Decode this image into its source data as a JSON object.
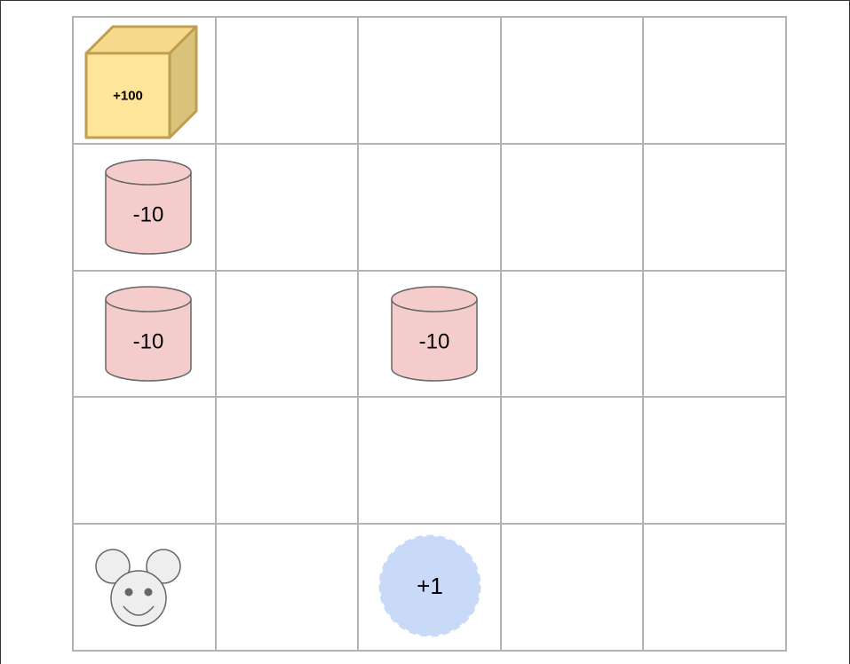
{
  "grid": {
    "rows": 5,
    "cols": 5,
    "items": [
      {
        "row": 0,
        "col": 0,
        "kind": "cube",
        "label": "+100",
        "name": "reward-cube"
      },
      {
        "row": 1,
        "col": 0,
        "kind": "cylinder",
        "label": "-10",
        "name": "penalty-cylinder"
      },
      {
        "row": 2,
        "col": 0,
        "kind": "cylinder",
        "label": "-10",
        "name": "penalty-cylinder"
      },
      {
        "row": 2,
        "col": 2,
        "kind": "cylinder",
        "label": "-10",
        "name": "penalty-cylinder"
      },
      {
        "row": 4,
        "col": 0,
        "kind": "mouse",
        "label": "",
        "name": "mouse-icon"
      },
      {
        "row": 4,
        "col": 2,
        "kind": "circle",
        "label": "+1",
        "name": "small-reward-circle"
      }
    ]
  },
  "colors": {
    "grid_line": "#b3b3b3",
    "cube_front": "#ffe599",
    "cube_top": "#f6d98a",
    "cube_side": "#d9c27a",
    "cube_stroke": "#bf9f4f",
    "cylinder_fill": "#f4cccc",
    "cylinder_stroke": "#666666",
    "circle_fill": "#c9daf8",
    "circle_stroke": "#c9daf8",
    "mouse_fill": "#eeeeee",
    "mouse_stroke": "#666666"
  }
}
